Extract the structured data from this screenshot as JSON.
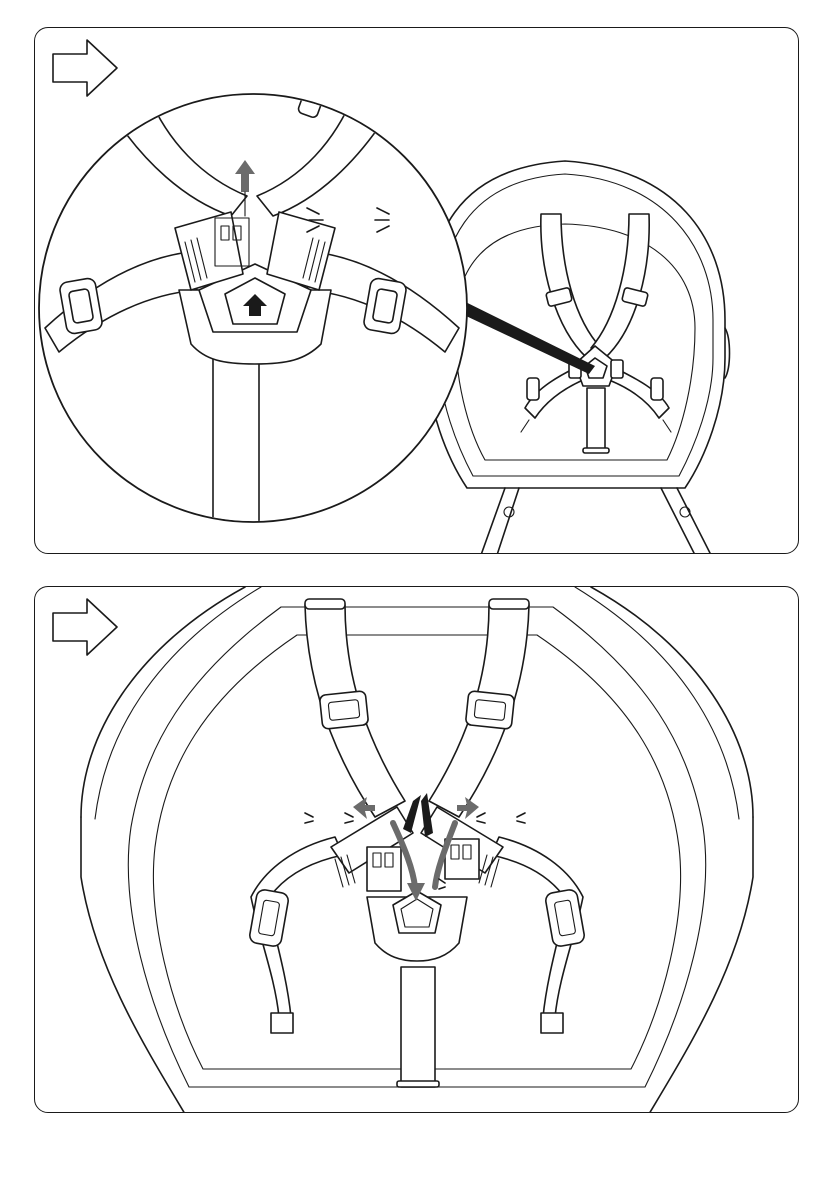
{
  "page": {
    "background": "#ffffff",
    "line_color": "#1a1a1a",
    "arrow_color": "#6b6b6b"
  },
  "panels": [
    {
      "id": "step-1",
      "step_icon": "outline-right-arrow-icon",
      "depicts": [
        "high-chair-seat",
        "five-point-harness",
        "zoom-magnifier-circle",
        "buckle-release-up-arrow",
        "click-sound-marks"
      ]
    },
    {
      "id": "step-2",
      "step_icon": "outline-right-arrow-icon",
      "depicts": [
        "seat-closeup",
        "shoulder-straps",
        "strap-adjusters",
        "buckle-tongues-inserting",
        "insert-down-arrows",
        "click-sound-marks"
      ]
    }
  ]
}
